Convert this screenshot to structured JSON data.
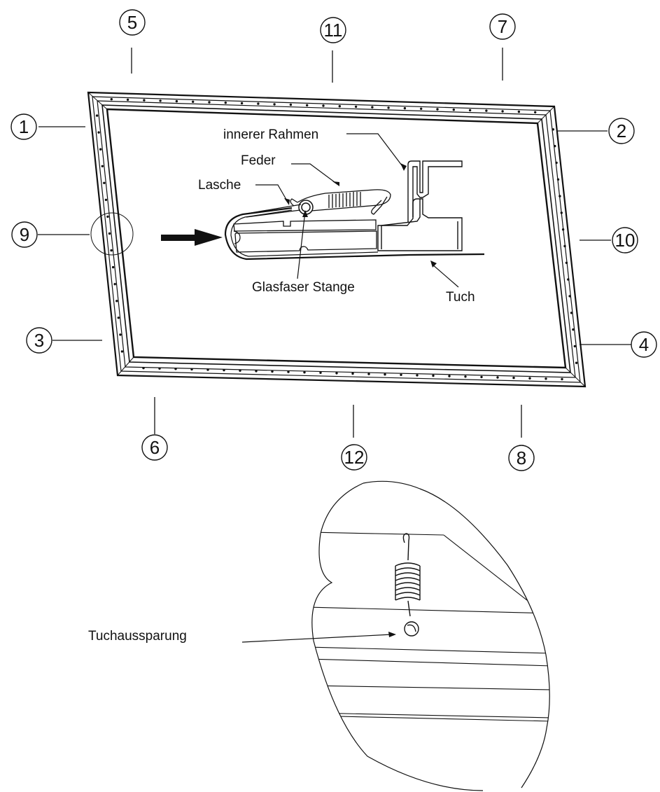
{
  "callouts": [
    "1",
    "2",
    "3",
    "4",
    "5",
    "6",
    "7",
    "8",
    "9",
    "10",
    "11",
    "12"
  ],
  "labels": {
    "inner_frame": "innerer Rahmen",
    "spring": "Feder",
    "tab": "Lasche",
    "fiberglass_rod": "Glasfaser Stange",
    "fabric": "Tuch",
    "fabric_cutout": "Tuchaussparung"
  }
}
